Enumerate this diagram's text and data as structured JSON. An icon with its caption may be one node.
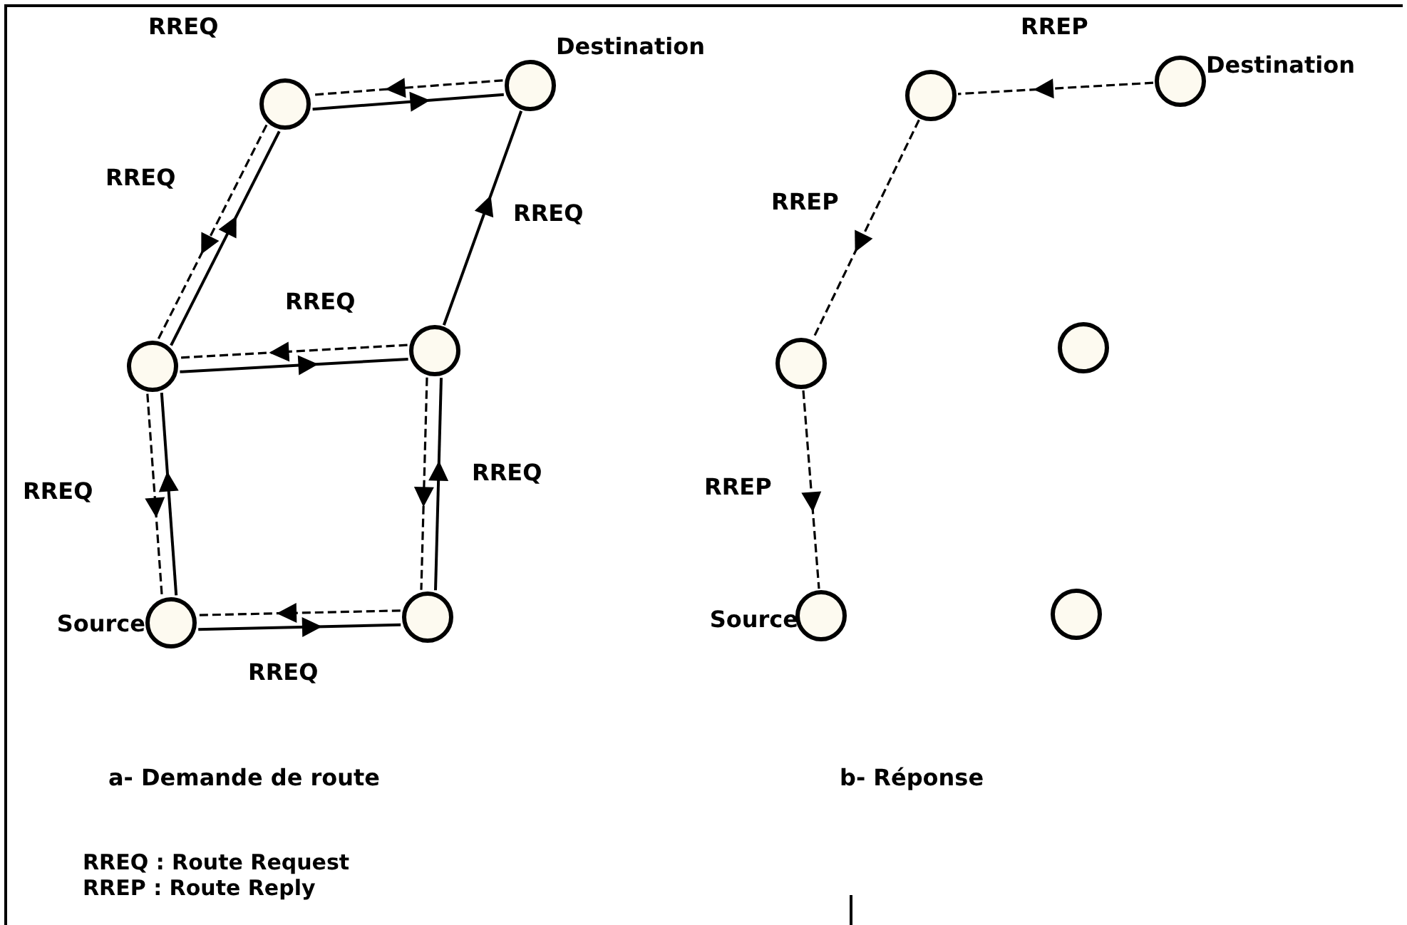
{
  "diagram": {
    "nodes": [
      {
        "text": [],
        "shape": "circle"
      },
      {
        "text": [
          "Destination"
        ]
      },
      {
        "text": [],
        "shape": "circle"
      },
      {
        "text": [],
        "shape": "circle"
      },
      {
        "text": [
          "Source"
        ]
      },
      {
        "text": [],
        "shape": "circle"
      },
      {
        "text": [],
        "shape": "circle"
      },
      {
        "text": [
          "Destination"
        ]
      },
      {
        "text": [],
        "shape": "circle"
      },
      {
        "text": [],
        "shape": "circle"
      },
      {
        "text": [
          "Source"
        ]
      },
      {
        "text": [],
        "shape": "circle"
      }
    ],
    "edges": [
      {
        "from": 4,
        "to": 2,
        "arrow": "to"
      },
      {
        "from": 2,
        "to": 0,
        "arrow": "to"
      },
      {
        "from": 0,
        "to": 1,
        "arrow": "to"
      },
      {
        "from": 2,
        "to": 3,
        "arrow": "to"
      },
      {
        "from": 3,
        "to": 1,
        "arrow": "to"
      },
      {
        "from": 4,
        "to": 5,
        "arrow": "to"
      },
      {
        "from": 5,
        "to": 3,
        "arrow": "to"
      },
      {
        "from": 1,
        "to": 0,
        "arrow": "to",
        "style": "dashed"
      },
      {
        "from": 0,
        "to": 2,
        "arrow": "to",
        "style": "dashed"
      },
      {
        "from": 3,
        "to": 2,
        "arrow": "to",
        "style": "dashed"
      },
      {
        "from": 2,
        "to": 4,
        "arrow": "to",
        "style": "dashed"
      },
      {
        "from": 3,
        "to": 5,
        "arrow": "to",
        "style": "dashed"
      },
      {
        "from": 5,
        "to": 4,
        "arrow": "to",
        "style": "dashed"
      },
      {
        "from": 7,
        "to": 6,
        "arrow": "to",
        "style": "dashed"
      },
      {
        "from": 6,
        "to": 8,
        "arrow": "to",
        "style": "dashed"
      },
      {
        "from": 8,
        "to": 10,
        "arrow": "to",
        "style": "dashed"
      }
    ],
    "labels": [
      "RREQ",
      "RREP",
      "RREQ",
      "RREQ",
      "RREP",
      "RREQ",
      "RREQ",
      "RREQ",
      "RREP",
      "RREQ",
      "a- Demande de route",
      "b- Réponse",
      "RREQ : Route Request",
      "RREP : Route Reply"
    ]
  }
}
